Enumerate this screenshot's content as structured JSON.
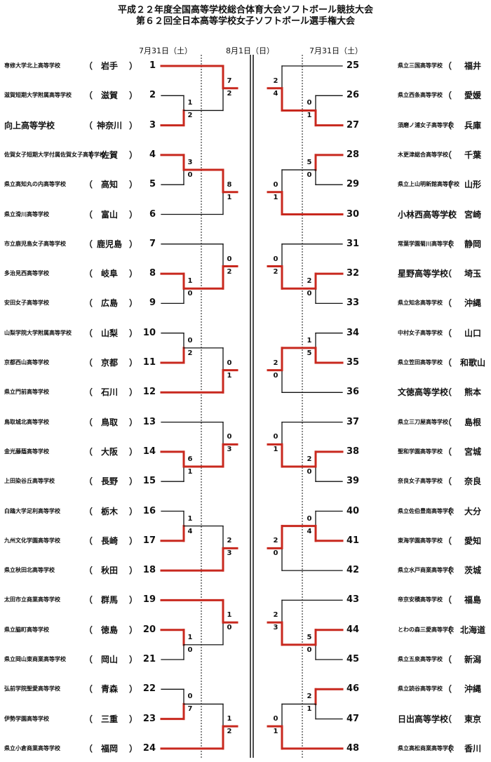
{
  "header": {
    "title_line1": "平成２２年度全国高等学校総合体育大会ソフトボール競技大会",
    "title_line2": "第６２回全日本高等学校女子ソフトボール選手権大会",
    "date_left": "7月31日（土）",
    "date_center": "8月1日（日）",
    "date_right": "7月31日（土）"
  },
  "colors": {
    "winner_line": "#c8281e",
    "line": "#111111"
  },
  "left_teams": [
    {
      "no": "1",
      "name": "専修大学北上高等学校",
      "pref": "岩手",
      "big": false
    },
    {
      "no": "2",
      "name": "滋賀短期大学附属高等学校",
      "pref": "滋賀",
      "big": false
    },
    {
      "no": "3",
      "name": "向上高等学校",
      "pref": "神奈川",
      "big": true
    },
    {
      "no": "4",
      "name": "佐賀女子短期大学付属佐賀女子高等学校",
      "pref": "佐賀",
      "big": false
    },
    {
      "no": "5",
      "name": "県立高知丸の内高等学校",
      "pref": "高知",
      "big": false
    },
    {
      "no": "6",
      "name": "県立滑川高等学校",
      "pref": "富山",
      "big": false
    },
    {
      "no": "7",
      "name": "市立鹿児島女子高等学校",
      "pref": "鹿児島",
      "big": false
    },
    {
      "no": "8",
      "name": "多治見西高等学校",
      "pref": "岐阜",
      "big": false
    },
    {
      "no": "9",
      "name": "安田女子高等学校",
      "pref": "広島",
      "big": false
    },
    {
      "no": "10",
      "name": "山梨学院大学附属高等学校",
      "pref": "山梨",
      "big": false
    },
    {
      "no": "11",
      "name": "京都西山高等学校",
      "pref": "京都",
      "big": false
    },
    {
      "no": "12",
      "name": "県立門前高等学校",
      "pref": "石川",
      "big": false
    },
    {
      "no": "13",
      "name": "鳥取城北高等学校",
      "pref": "鳥取",
      "big": false
    },
    {
      "no": "14",
      "name": "金光藤蔭高等学校",
      "pref": "大阪",
      "big": false
    },
    {
      "no": "15",
      "name": "上田染谷丘高等学校",
      "pref": "長野",
      "big": false
    },
    {
      "no": "16",
      "name": "白鴎大学足利高等学校",
      "pref": "栃木",
      "big": false
    },
    {
      "no": "17",
      "name": "九州文化学園高等学校",
      "pref": "長崎",
      "big": false
    },
    {
      "no": "18",
      "name": "県立秋田北高等学校",
      "pref": "秋田",
      "big": false
    },
    {
      "no": "19",
      "name": "太田市立商業高等学校",
      "pref": "群馬",
      "big": false
    },
    {
      "no": "20",
      "name": "県立脇町高等学校",
      "pref": "徳島",
      "big": false
    },
    {
      "no": "21",
      "name": "県立岡山東商業高等学校",
      "pref": "岡山",
      "big": false
    },
    {
      "no": "22",
      "name": "弘前学院聖愛高等学校",
      "pref": "青森",
      "big": false
    },
    {
      "no": "23",
      "name": "伊勢学園高等学校",
      "pref": "三重",
      "big": false
    },
    {
      "no": "24",
      "name": "県立小倉商業高等学校",
      "pref": "福岡",
      "big": false
    }
  ],
  "right_teams": [
    {
      "no": "25",
      "name": "県立三国高等学校",
      "pref": "福井",
      "big": false
    },
    {
      "no": "26",
      "name": "県立西条高等学校",
      "pref": "愛媛",
      "big": false
    },
    {
      "no": "27",
      "name": "須磨ノ浦女子高等学校",
      "pref": "兵庫",
      "big": false
    },
    {
      "no": "28",
      "name": "木更津総合高等学校",
      "pref": "千葉",
      "big": false
    },
    {
      "no": "29",
      "name": "県立上山明新館高等学校",
      "pref": "山形",
      "big": false
    },
    {
      "no": "30",
      "name": "小林西高等学校",
      "pref": "宮崎",
      "big": true
    },
    {
      "no": "31",
      "name": "常葉学園菊川高等学校",
      "pref": "静岡",
      "big": false
    },
    {
      "no": "32",
      "name": "星野高等学校",
      "pref": "埼玉",
      "big": true
    },
    {
      "no": "33",
      "name": "県立知念高等学校",
      "pref": "沖縄",
      "big": false
    },
    {
      "no": "34",
      "name": "中村女子高等学校",
      "pref": "山口",
      "big": false
    },
    {
      "no": "35",
      "name": "県立笠田高等学校",
      "pref": "和歌山",
      "big": false
    },
    {
      "no": "36",
      "name": "文徳高等学校",
      "pref": "熊本",
      "big": true
    },
    {
      "no": "37",
      "name": "県立三刀屋高等学校",
      "pref": "島根",
      "big": false
    },
    {
      "no": "38",
      "name": "聖和学園高等学校",
      "pref": "宮城",
      "big": false
    },
    {
      "no": "39",
      "name": "奈良女子高等学校",
      "pref": "奈良",
      "big": false
    },
    {
      "no": "40",
      "name": "県立佐伯豊南高等学校",
      "pref": "大分",
      "big": false
    },
    {
      "no": "41",
      "name": "東海学園高等学校",
      "pref": "愛知",
      "big": false
    },
    {
      "no": "42",
      "name": "県立水戸商業高等学校",
      "pref": "茨城",
      "big": false
    },
    {
      "no": "43",
      "name": "帝京安積高等学校",
      "pref": "福島",
      "big": false
    },
    {
      "no": "44",
      "name": "とわの森三愛高等学校",
      "pref": "北海道",
      "big": false
    },
    {
      "no": "45",
      "name": "県立五泉高等学校",
      "pref": "新潟",
      "big": false
    },
    {
      "no": "46",
      "name": "県立読谷高等学校",
      "pref": "沖縄",
      "big": false
    },
    {
      "no": "47",
      "name": "日出高等学校",
      "pref": "東京",
      "big": true
    },
    {
      "no": "48",
      "name": "県立高松商業高等学校",
      "pref": "香川",
      "big": false
    }
  ],
  "left_groups": [
    {
      "byes": [
        "1"
      ],
      "r1": [
        "2",
        "3"
      ],
      "r1_score": [
        "1",
        "2"
      ],
      "r1_win": 1,
      "r2_score": [
        "7",
        "2"
      ],
      "r2_win": 0
    },
    {
      "byes": [
        "6"
      ],
      "r1": [
        "4",
        "5"
      ],
      "r1_score": [
        "3",
        "0"
      ],
      "r1_win": 0,
      "r2_score": [
        "8",
        "1"
      ],
      "r2_win": 0
    },
    {
      "byes": [
        "7"
      ],
      "r1": [
        "8",
        "9"
      ],
      "r1_score": [
        "1",
        "0"
      ],
      "r1_win": 0,
      "r2_score": [
        "0",
        "2"
      ],
      "r2_win": 1
    },
    {
      "byes": [
        "12"
      ],
      "r1": [
        "10",
        "11"
      ],
      "r1_score": [
        "0",
        "2"
      ],
      "r1_win": 1,
      "r2_score": [
        "0",
        "1"
      ],
      "r2_win": 1
    },
    {
      "byes": [
        "13"
      ],
      "r1": [
        "14",
        "15"
      ],
      "r1_score": [
        "6",
        "1"
      ],
      "r1_win": 0,
      "r2_score": [
        "0",
        "3"
      ],
      "r2_win": 1
    },
    {
      "byes": [
        "18"
      ],
      "r1": [
        "16",
        "17"
      ],
      "r1_score": [
        "1",
        "4"
      ],
      "r1_win": 1,
      "r2_score": [
        "2",
        "3"
      ],
      "r2_win": 1
    },
    {
      "byes": [
        "19"
      ],
      "r1": [
        "20",
        "21"
      ],
      "r1_score": [
        "1",
        "0"
      ],
      "r1_win": 0,
      "r2_score": [
        "1",
        "0"
      ],
      "r2_win": 0
    },
    {
      "byes": [
        "24"
      ],
      "r1": [
        "22",
        "23"
      ],
      "r1_score": [
        "0",
        "7"
      ],
      "r1_win": 1,
      "r2_score": [
        "1",
        "2"
      ],
      "r2_win": 1
    }
  ],
  "right_groups": [
    {
      "byes": [
        "25"
      ],
      "r1": [
        "26",
        "27"
      ],
      "r1_score": [
        "0",
        "1"
      ],
      "r1_win": 1,
      "r2_score": [
        "2",
        "4"
      ],
      "r2_win": 1
    },
    {
      "byes": [
        "30"
      ],
      "r1": [
        "28",
        "29"
      ],
      "r1_score": [
        "5",
        "0"
      ],
      "r1_win": 0,
      "r2_score": [
        "0",
        "1"
      ],
      "r2_win": 1
    },
    {
      "byes": [
        "31"
      ],
      "r1": [
        "32",
        "33"
      ],
      "r1_score": [
        "2",
        "0"
      ],
      "r1_win": 0,
      "r2_score": [
        "0",
        "2"
      ],
      "r2_win": 1
    },
    {
      "byes": [
        "36"
      ],
      "r1": [
        "34",
        "35"
      ],
      "r1_score": [
        "1",
        "5"
      ],
      "r1_win": 1,
      "r2_score": [
        "2",
        "0"
      ],
      "r2_win": 0
    },
    {
      "byes": [
        "37"
      ],
      "r1": [
        "38",
        "39"
      ],
      "r1_score": [
        "2",
        "0"
      ],
      "r1_win": 0,
      "r2_score": [
        "0",
        "1"
      ],
      "r2_win": 1
    },
    {
      "byes": [
        "42"
      ],
      "r1": [
        "40",
        "41"
      ],
      "r1_score": [
        "0",
        "4"
      ],
      "r1_win": 1,
      "r2_score": [
        "2",
        "0"
      ],
      "r2_win": 0
    },
    {
      "byes": [
        "43"
      ],
      "r1": [
        "44",
        "45"
      ],
      "r1_score": [
        "5",
        "0"
      ],
      "r1_win": 0,
      "r2_score": [
        "2",
        "3"
      ],
      "r2_win": 1
    },
    {
      "byes": [
        "48"
      ],
      "r1": [
        "46",
        "47"
      ],
      "r1_score": [
        "2",
        "1"
      ],
      "r1_win": 0,
      "r2_score": [
        "0",
        "1"
      ],
      "r2_win": 1
    }
  ]
}
